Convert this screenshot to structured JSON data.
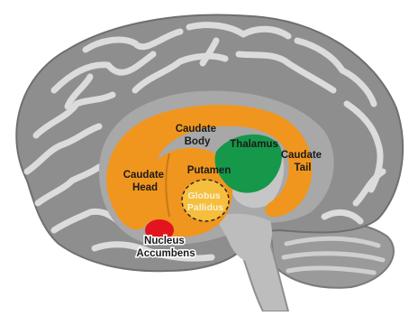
{
  "diagram": {
    "labels": {
      "caudate_body_line1": "Caudate",
      "caudate_body_line2": "Body",
      "thalamus": "Thalamus",
      "caudate_tail_line1": "Caudate",
      "caudate_tail_line2": "Tail",
      "caudate_head_line1": "Caudate",
      "caudate_head_line2": "Head",
      "putamen": "Putamen",
      "globus_pallidus_line1": "Globus",
      "globus_pallidus_line2": "Pallidus",
      "nucleus_accumbens_line1": "Nucleus",
      "nucleus_accumbens_line2": "Accumbens"
    },
    "colors": {
      "cortex": "#8e8e8e",
      "gyri": "#dcdcdc",
      "brainstem": "#bdbdbd",
      "inner_cortex": "#a8a8a8",
      "caudate": "#f0961e",
      "thalamus": "#16984a",
      "globus_pallidus": "#f5be3c",
      "nucleus_accumbens": "#e3141e",
      "label_text": "#1a1a1a"
    }
  }
}
